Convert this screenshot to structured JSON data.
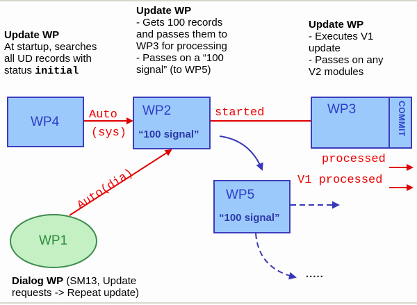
{
  "notes": {
    "wp4_note": {
      "title": "Update WP",
      "lines": [
        "At startup, searches",
        "all UD records with"
      ],
      "status_prefix": "status ",
      "status_value": "initial"
    },
    "wp2_note": {
      "title": "Update WP",
      "lines": [
        "- Gets 100 records",
        "and passes them to",
        "WP3 for processing",
        "- Passes on a “100",
        "signal” (to WP5)"
      ]
    },
    "wp3_note": {
      "title": "Update WP",
      "lines": [
        "- Executes V1",
        "update",
        "- Passes on any",
        "V2 modules"
      ]
    },
    "wp1_note": {
      "title": "Dialog WP",
      "title_rest": " (SM13, Update",
      "line2": "requests -> Repeat update)"
    }
  },
  "nodes": {
    "wp4": {
      "label": "WP4"
    },
    "wp2": {
      "label": "WP2",
      "sub": "“100 signal”"
    },
    "wp3": {
      "label": "WP3",
      "commit": "COMMIT"
    },
    "wp5": {
      "label": "WP5",
      "sub": "“100 signal”"
    },
    "wp1": {
      "label": "WP1"
    }
  },
  "edges": {
    "wp4_wp2_line1": "Auto",
    "wp4_wp2_line2": "(sys)",
    "wp1_wp2": "Auto(dia)",
    "wp2_wp3": "started",
    "processed": "processed",
    "v1_processed": "V1 processed",
    "continuation": "....."
  },
  "colors": {
    "box_fill": "#9cc9fb",
    "box_border": "#3c3cbc",
    "box_text": "#2c3ec8",
    "ellipse_fill": "#c4f0c4",
    "ellipse_border": "#3c8c4c",
    "ellipse_text": "#2c8c3c",
    "arrow_red": "#e00000",
    "arrow_blue": "#3838b8"
  }
}
